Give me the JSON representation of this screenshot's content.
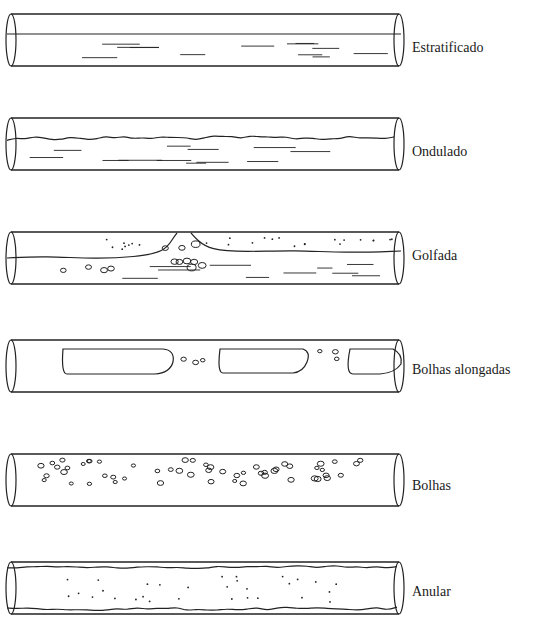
{
  "diagram": {
    "labels": [
      "Estratificado",
      "Ondulado",
      "Golfada",
      "Bolhas alongadas",
      "Bolhas",
      "Anular"
    ]
  }
}
